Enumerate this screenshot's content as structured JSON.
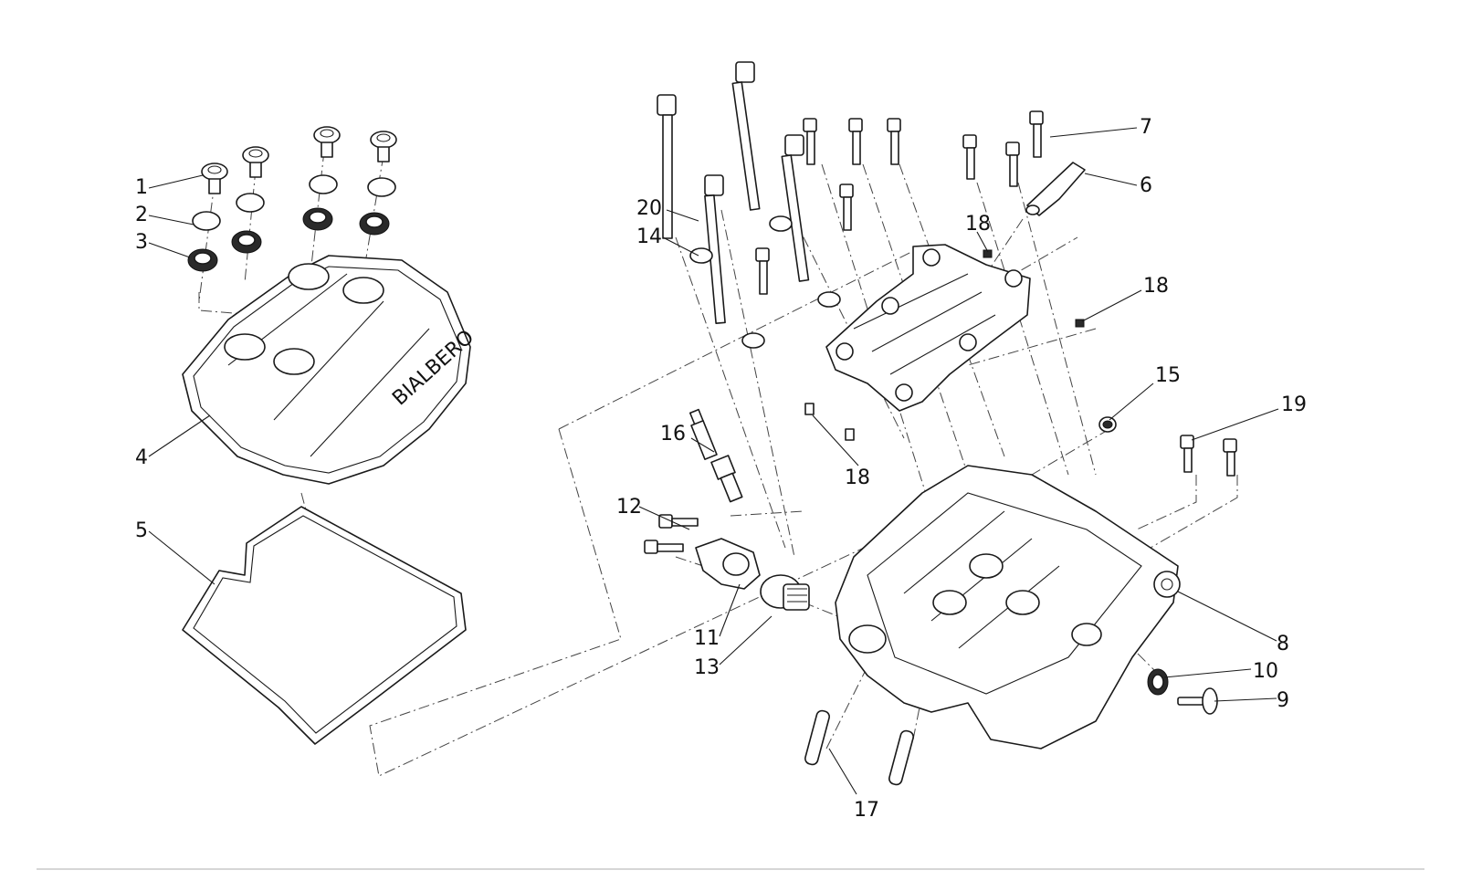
{
  "callouts": {
    "c1": "1",
    "c2": "2",
    "c3": "3",
    "c4": "4",
    "c5": "5",
    "c6": "6",
    "c7": "7",
    "c8": "8",
    "c9": "9",
    "c10": "10",
    "c11": "11",
    "c12": "12",
    "c13": "13",
    "c14": "14",
    "c15": "15",
    "c16": "16",
    "c17": "17",
    "c18a": "18",
    "c18b": "18",
    "c18c": "18",
    "c19": "19",
    "c20": "20"
  },
  "cover_logo": "BIALBERO"
}
